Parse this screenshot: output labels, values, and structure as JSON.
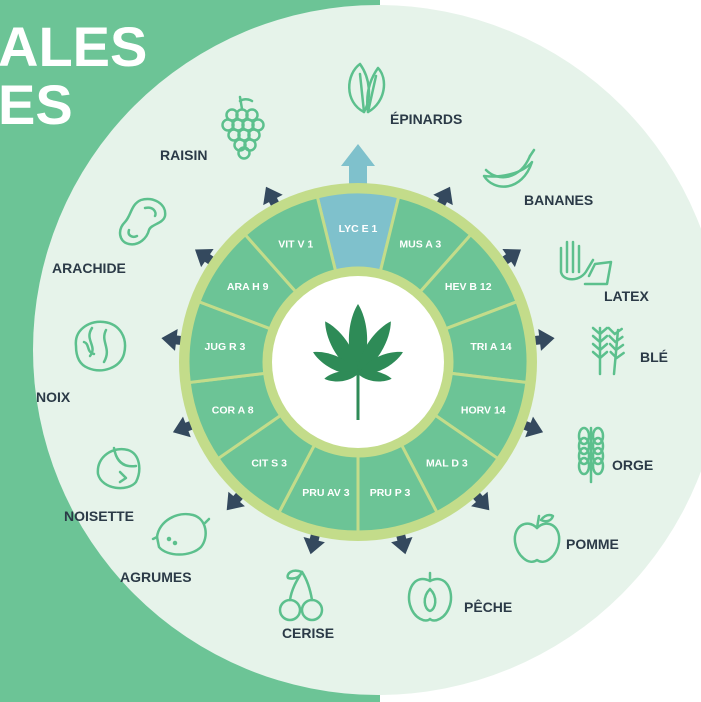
{
  "title_lines": [
    "ALES",
    "ES"
  ],
  "center_icon": "cannabis-leaf-icon",
  "colors": {
    "page_left": "#6cc496",
    "disc_background": "#e6f3ea",
    "outer_ring": "#c3dc8a",
    "segment": "#6cc496",
    "segment_highlight": "#7fc1cc",
    "segment_border": "#c3dc8a",
    "center": "#ffffff",
    "leaf": "#2e8b57",
    "arrow": "#34495e",
    "arrow_highlight": "#7fc1cc",
    "icon_stroke": "#5cc08d",
    "label": "#2b3a47"
  },
  "segments": [
    {
      "label": "LYC E 1",
      "highlight": true
    },
    {
      "label": "MUS A 3",
      "highlight": false
    },
    {
      "label": "HEV B 12",
      "highlight": false
    },
    {
      "label": "TRI A 14",
      "highlight": false
    },
    {
      "label": "HORV 14",
      "highlight": false
    },
    {
      "label": "MAL D 3",
      "highlight": false
    },
    {
      "label": "PRU P 3",
      "highlight": false
    },
    {
      "label": "PRU AV 3",
      "highlight": false
    },
    {
      "label": "CIT S 3",
      "highlight": false
    },
    {
      "label": "COR A 8",
      "highlight": false
    },
    {
      "label": "JUG R 3",
      "highlight": false
    },
    {
      "label": "ARA H 9",
      "highlight": false
    },
    {
      "label": "VIT V 1",
      "highlight": false
    }
  ],
  "foods": [
    {
      "label": "ÉPINARDS",
      "icon": "spinach-icon"
    },
    {
      "label": "BANANES",
      "icon": "banana-icon"
    },
    {
      "label": "LATEX",
      "icon": "glove-icon"
    },
    {
      "label": "BLÉ",
      "icon": "wheat-icon"
    },
    {
      "label": "ORGE",
      "icon": "barley-icon"
    },
    {
      "label": "POMME",
      "icon": "apple-icon"
    },
    {
      "label": "PÊCHE",
      "icon": "peach-icon"
    },
    {
      "label": "CERISE",
      "icon": "cherry-icon"
    },
    {
      "label": "AGRUMES",
      "icon": "citrus-icon"
    },
    {
      "label": "NOISETTE",
      "icon": "hazelnut-icon"
    },
    {
      "label": "NOIX",
      "icon": "walnut-icon"
    },
    {
      "label": "ARACHIDE",
      "icon": "peanut-icon"
    },
    {
      "label": "RAISIN",
      "icon": "grape-icon"
    }
  ]
}
